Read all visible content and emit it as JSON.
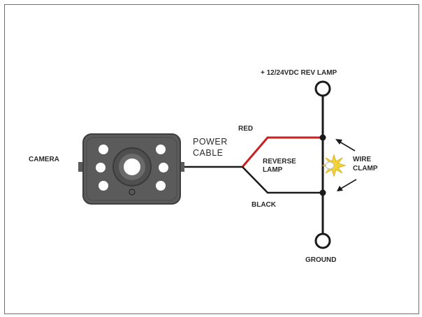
{
  "labels": {
    "camera": "CAMERA",
    "power_cable_line1": "POWER",
    "power_cable_line2": "CABLE",
    "red": "RED",
    "black": "BLACK",
    "reverse_lamp_line1": "REVERSE",
    "reverse_lamp_line2": "LAMP",
    "supply": "+ 12/24VDC REV LAMP",
    "wire_clamp_line1": "WIRE",
    "wire_clamp_line2": "CLAMP",
    "ground": "GROUND"
  },
  "colors": {
    "red_wire": "#c8201e",
    "black_wire": "#1a1a1a",
    "camera_body": "#5b5b5b",
    "spark": "#f2d43a"
  }
}
